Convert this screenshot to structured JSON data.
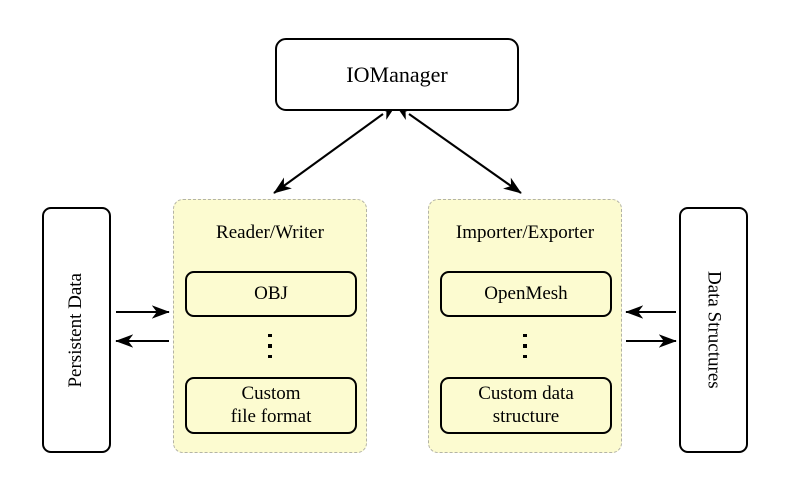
{
  "diagram": {
    "title_node": {
      "label": "IOManager"
    },
    "left_store": {
      "label": "Persistent Data"
    },
    "right_store": {
      "label": "Data Structures"
    },
    "groups": [
      {
        "name": "reader-writer",
        "title": "Reader/Writer",
        "items": [
          {
            "label": "OBJ"
          },
          {
            "label": "Custom\nfile format",
            "line1": "Custom",
            "line2": "file format"
          }
        ],
        "ellipsis": "⋮"
      },
      {
        "name": "importer-exporter",
        "title": "Importer/Exporter",
        "items": [
          {
            "label": "OpenMesh"
          },
          {
            "label": "Custom data\nstructure",
            "line1": "Custom data",
            "line2": "structure"
          }
        ],
        "ellipsis": "⋮"
      }
    ],
    "connections": [
      {
        "name": "iomanager-to-reader-writer",
        "style": "double-arrow",
        "from": "IOManager",
        "to": "Reader/Writer"
      },
      {
        "name": "iomanager-to-importer-exporter",
        "style": "double-arrow",
        "from": "IOManager",
        "to": "Importer/Exporter"
      },
      {
        "name": "persistent-data-to-reader-writer",
        "style": "arrow-right",
        "from": "Persistent Data",
        "to": "Reader/Writer"
      },
      {
        "name": "reader-writer-to-persistent-data",
        "style": "arrow-left",
        "from": "Reader/Writer",
        "to": "Persistent Data"
      },
      {
        "name": "data-structures-to-importer-exporter",
        "style": "arrow-left",
        "from": "Data Structures",
        "to": "Importer/Exporter"
      },
      {
        "name": "importer-exporter-to-data-structures",
        "style": "arrow-right",
        "from": "Importer/Exporter",
        "to": "Data Structures"
      }
    ],
    "colors": {
      "group_fill": "#fcfbd0",
      "group_border": "#b3b3a6",
      "node_border": "#000000",
      "background": "#ffffff",
      "text": "#000000"
    }
  }
}
